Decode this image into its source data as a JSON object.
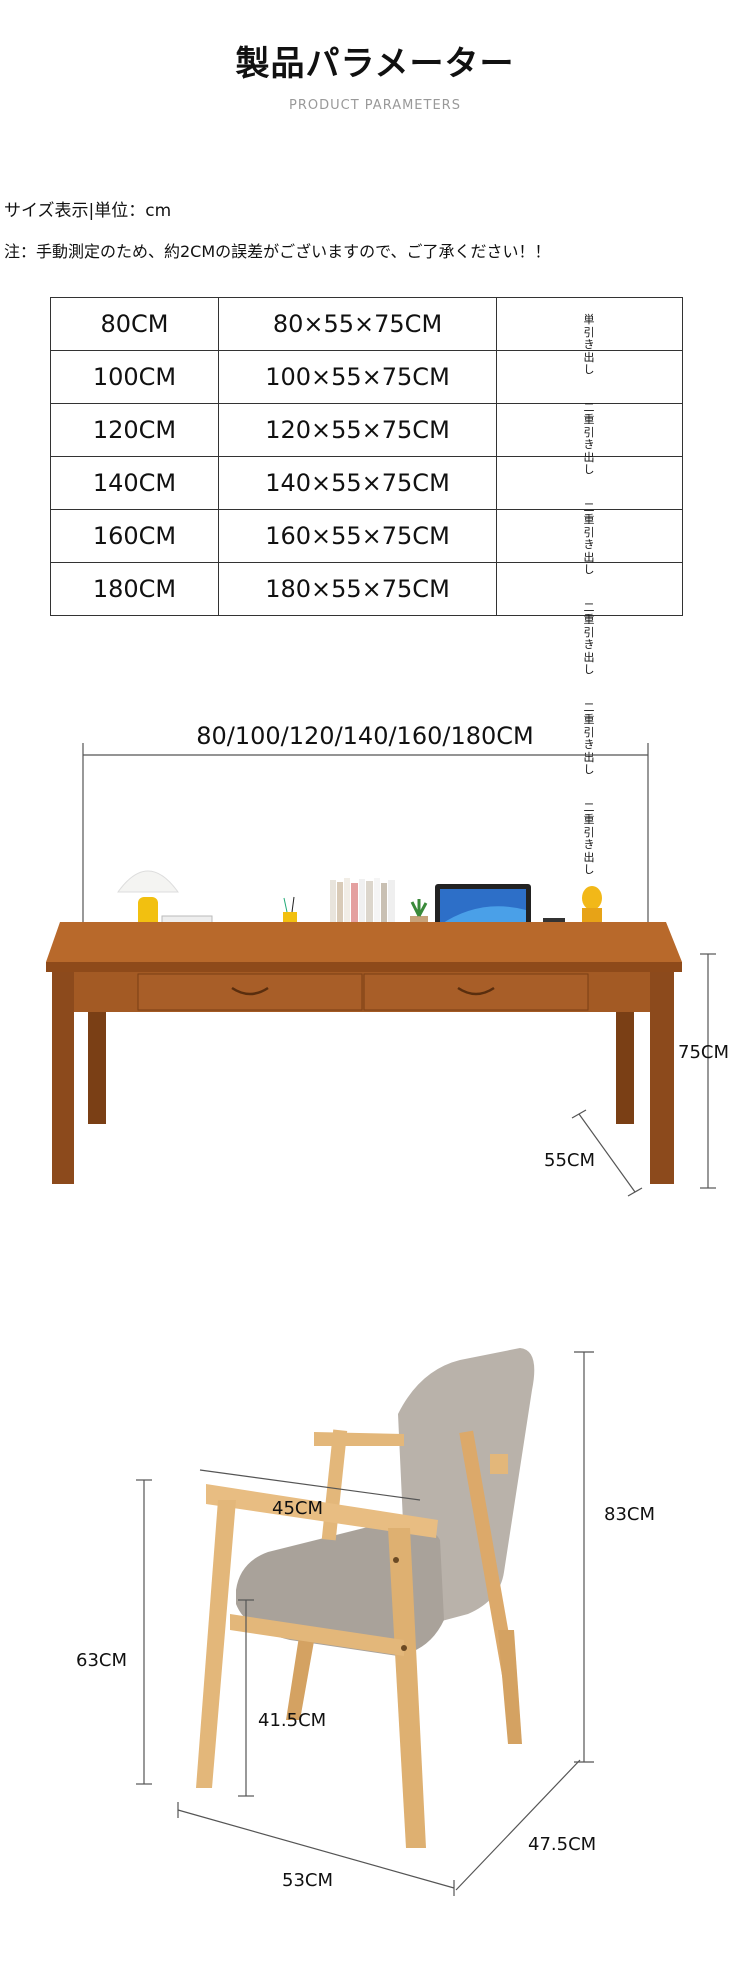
{
  "header": {
    "title": "製品パラメーター",
    "subtitle": "PRODUCT PARAMETERS"
  },
  "notes": {
    "size_display": "サイズ表示|単位：cm",
    "caution": "注：手動測定のため、約2CMの誤差がございますので、ご了承ください！！"
  },
  "spec_table": {
    "rows": [
      {
        "width": "80CM",
        "dimensions": "80×55×75CM"
      },
      {
        "width": "100CM",
        "dimensions": "100×55×75CM"
      },
      {
        "width": "120CM",
        "dimensions": "120×55×75CM"
      },
      {
        "width": "140CM",
        "dimensions": "140×55×75CM"
      },
      {
        "width": "160CM",
        "dimensions": "160×55×75CM"
      },
      {
        "width": "180CM",
        "dimensions": "180×55×75CM"
      }
    ],
    "drawer_column_text": "単\n引\nき\n出\nし\n\n\n二\n重\n引\nき\n出\nし\n\n\n二\n重\n引\nき\n出\nし\n\n\n二\n重\n引\nき\n出\nし\n\n\n二\n重\n引\nき\n出\nし\n\n\n二\n重\n引\nき\n出\nし"
  },
  "desk": {
    "width_label": "80/100/120/140/160/180CM",
    "height_label": "75CM",
    "depth_label": "55CM"
  },
  "chair": {
    "total_height": "83CM",
    "seat_width": "45CM",
    "armrest_height": "63CM",
    "seat_height": "41.5CM",
    "width": "53CM",
    "depth": "47.5CM"
  },
  "colors": {
    "desk_wood": "#a35a24",
    "desk_dark": "#7a3f15",
    "chair_wood": "#e3b77a",
    "chair_fabric": "#b9b2aa",
    "line": "#333333"
  }
}
